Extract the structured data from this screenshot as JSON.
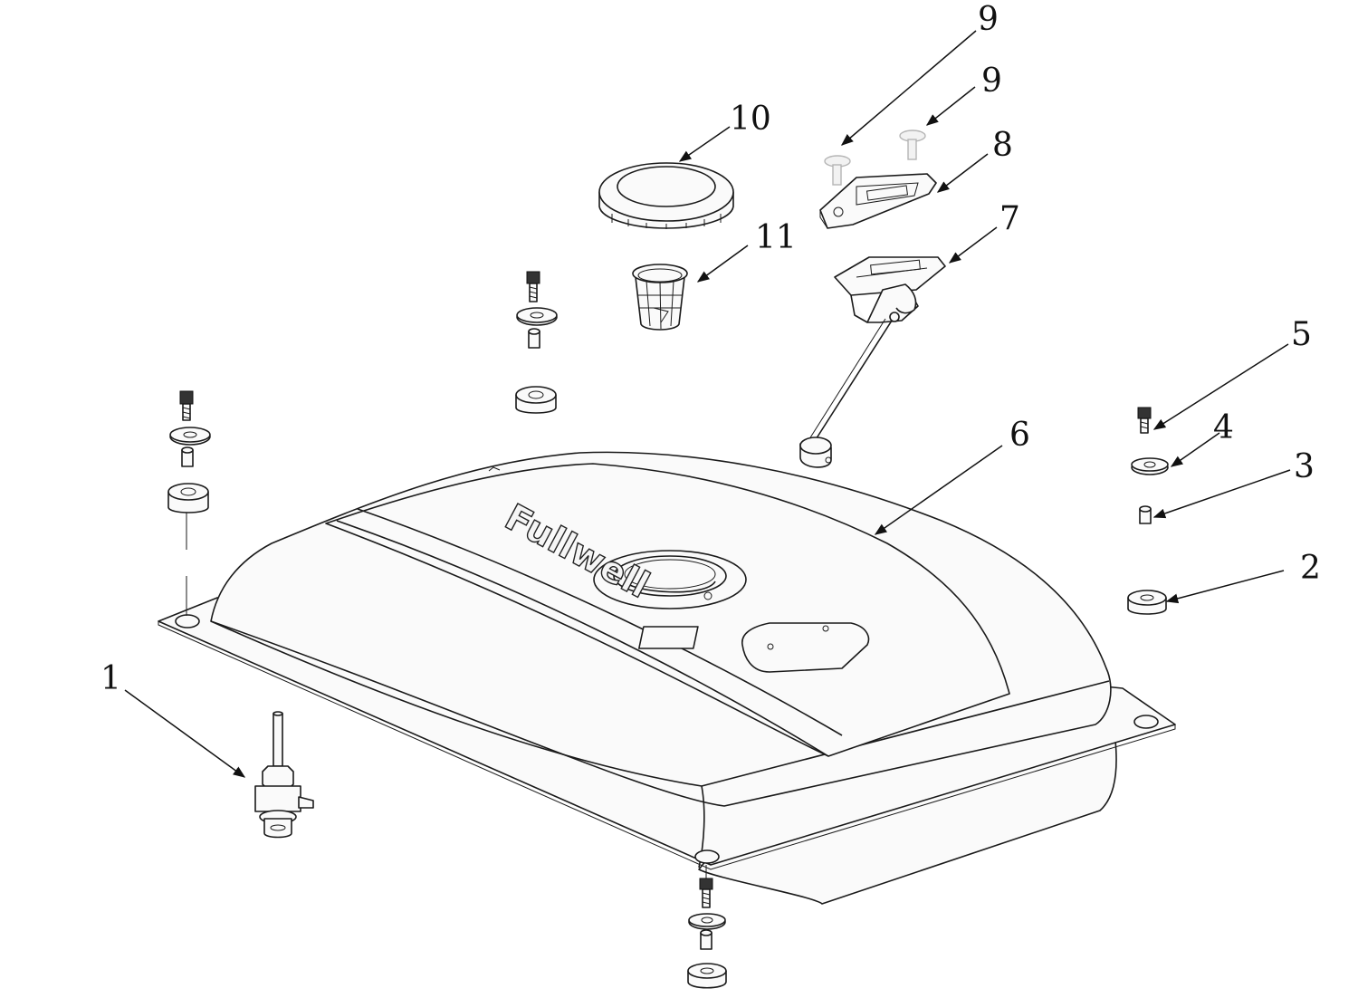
{
  "callouts": [
    {
      "id": "callout-1",
      "text": "1"
    },
    {
      "id": "callout-2",
      "text": "2"
    },
    {
      "id": "callout-3",
      "text": "3"
    },
    {
      "id": "callout-4",
      "text": "4"
    },
    {
      "id": "callout-5",
      "text": "5"
    },
    {
      "id": "callout-6",
      "text": "6"
    },
    {
      "id": "callout-7",
      "text": "7"
    },
    {
      "id": "callout-8",
      "text": "8"
    },
    {
      "id": "callout-9a",
      "text": "9"
    },
    {
      "id": "callout-9b",
      "text": "9"
    },
    {
      "id": "callout-10",
      "text": "10"
    },
    {
      "id": "callout-11",
      "text": "11"
    }
  ],
  "tank_logo": "Fullwell"
}
